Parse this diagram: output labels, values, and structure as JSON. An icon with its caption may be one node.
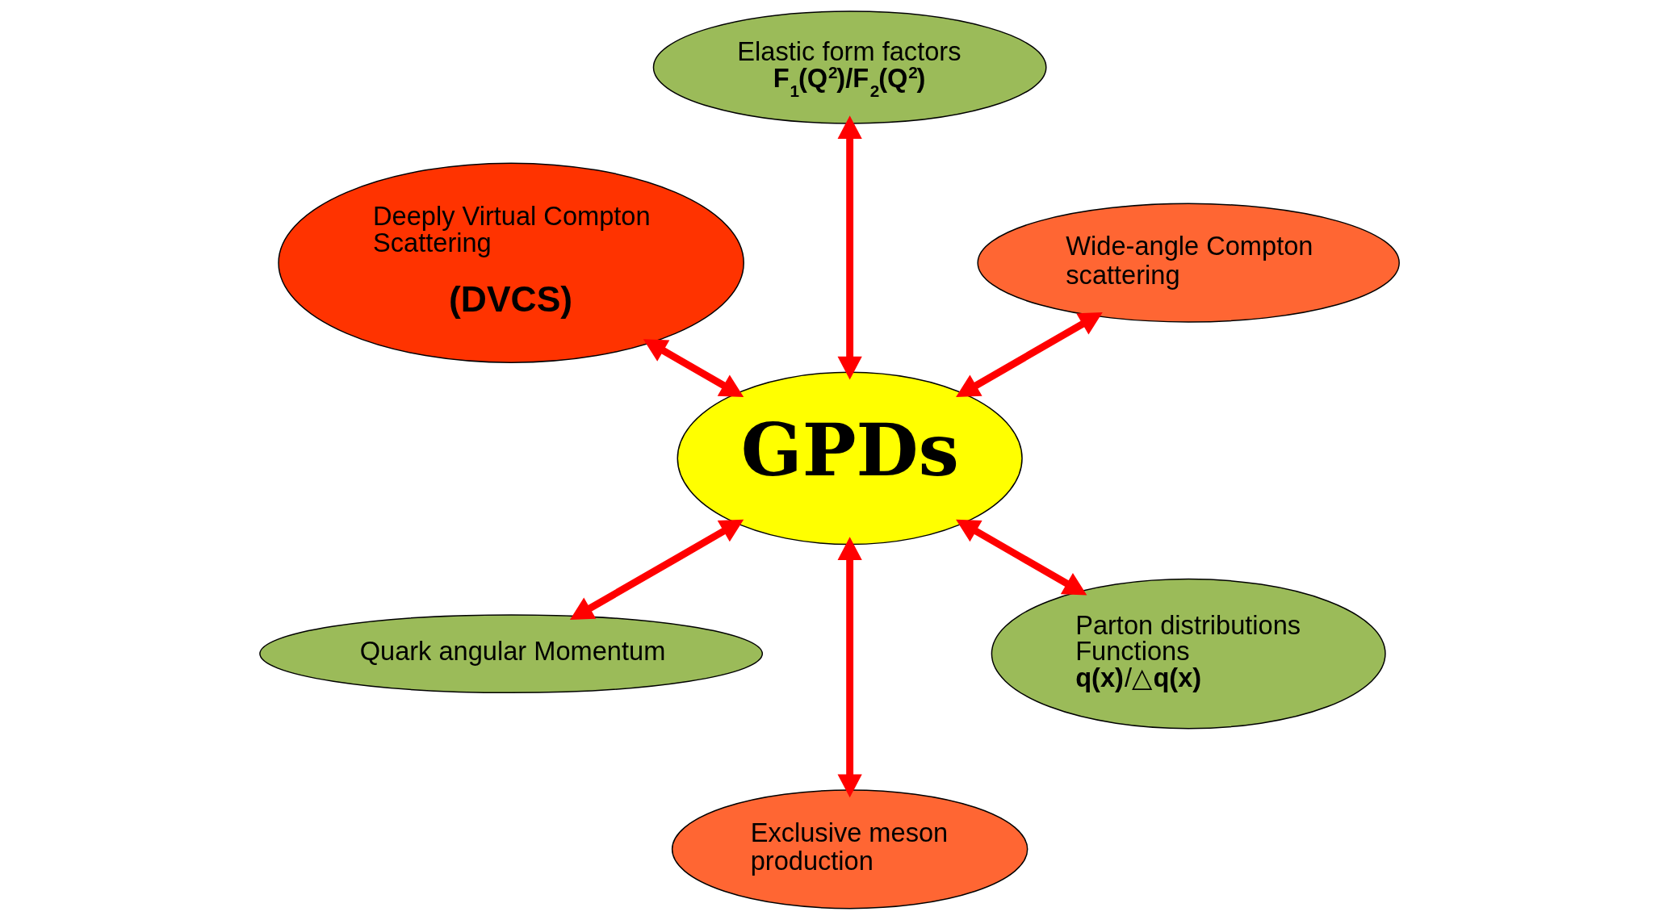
{
  "diagram": {
    "nodes": [
      {
        "text": [
          "Wide-angle Compton scattering"
        ]
      },
      {
        "text": [
          "Parton distributions Functions **q(x)**/△**q(x)**"
        ]
      },
      {
        "text": [
          "Elastic form factors",
          "F$_{1}$(Q$^{2}$)/F$_{2}$(Q$^{2}$)"
        ]
      },
      {
        "text": [
          "GPDs"
        ]
      },
      {
        "text": [
          "Exclusive meson production"
        ]
      },
      {
        "text": [
          "Deeply Virtual Compton Scattering",
          "(DVCS)"
        ]
      },
      {
        "text": [
          "Quark angular Momentum"
        ]
      }
    ],
    "edges": [
      {
        "from": 3,
        "to": 0,
        "arrow": "both"
      },
      {
        "from": 3,
        "to": 2,
        "arrow": "both"
      },
      {
        "from": 3,
        "to": 5,
        "arrow": "both"
      },
      {
        "from": 3,
        "to": 6,
        "arrow": "both"
      },
      {
        "from": 3,
        "to": 4,
        "arrow": "both"
      },
      {
        "from": 3,
        "to": 1,
        "arrow": "both"
      }
    ]
  }
}
